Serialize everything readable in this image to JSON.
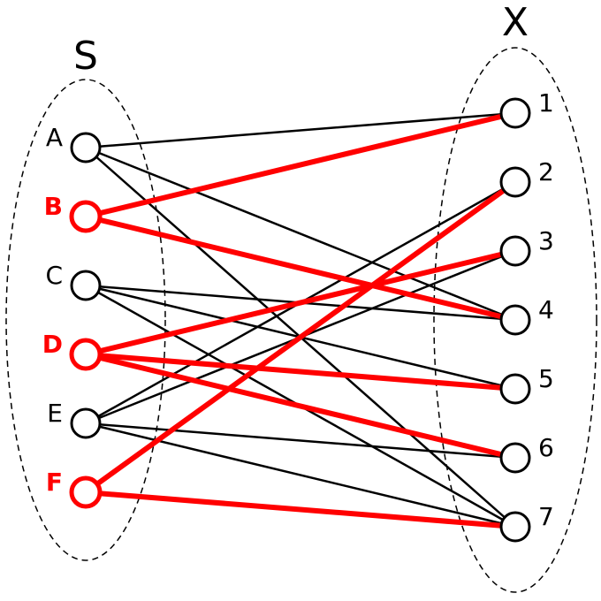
{
  "sets": {
    "left": {
      "label": "S"
    },
    "right": {
      "label": "X"
    }
  },
  "colors": {
    "normal": "#000000",
    "highlight": "#ff0000",
    "background": "#ffffff"
  },
  "left_nodes": [
    {
      "id": "A",
      "label": "A",
      "highlighted": false
    },
    {
      "id": "B",
      "label": "B",
      "highlighted": true
    },
    {
      "id": "C",
      "label": "C",
      "highlighted": false
    },
    {
      "id": "D",
      "label": "D",
      "highlighted": true
    },
    {
      "id": "E",
      "label": "E",
      "highlighted": false
    },
    {
      "id": "F",
      "label": "F",
      "highlighted": true
    }
  ],
  "right_nodes": [
    {
      "id": "1",
      "label": "1"
    },
    {
      "id": "2",
      "label": "2"
    },
    {
      "id": "3",
      "label": "3"
    },
    {
      "id": "4",
      "label": "4"
    },
    {
      "id": "5",
      "label": "5"
    },
    {
      "id": "6",
      "label": "6"
    },
    {
      "id": "7",
      "label": "7"
    }
  ],
  "edges": [
    {
      "from": "A",
      "to": "1",
      "highlighted": false
    },
    {
      "from": "A",
      "to": "4",
      "highlighted": false
    },
    {
      "from": "A",
      "to": "7",
      "highlighted": false
    },
    {
      "from": "C",
      "to": "4",
      "highlighted": false
    },
    {
      "from": "C",
      "to": "5",
      "highlighted": false
    },
    {
      "from": "C",
      "to": "7",
      "highlighted": false
    },
    {
      "from": "E",
      "to": "2",
      "highlighted": false
    },
    {
      "from": "E",
      "to": "3",
      "highlighted": false
    },
    {
      "from": "E",
      "to": "6",
      "highlighted": false
    },
    {
      "from": "E",
      "to": "7",
      "highlighted": false
    },
    {
      "from": "B",
      "to": "1",
      "highlighted": true
    },
    {
      "from": "B",
      "to": "4",
      "highlighted": true
    },
    {
      "from": "D",
      "to": "3",
      "highlighted": true
    },
    {
      "from": "D",
      "to": "5",
      "highlighted": true
    },
    {
      "from": "D",
      "to": "6",
      "highlighted": true
    },
    {
      "from": "F",
      "to": "2",
      "highlighted": true
    },
    {
      "from": "F",
      "to": "7",
      "highlighted": true
    }
  ]
}
